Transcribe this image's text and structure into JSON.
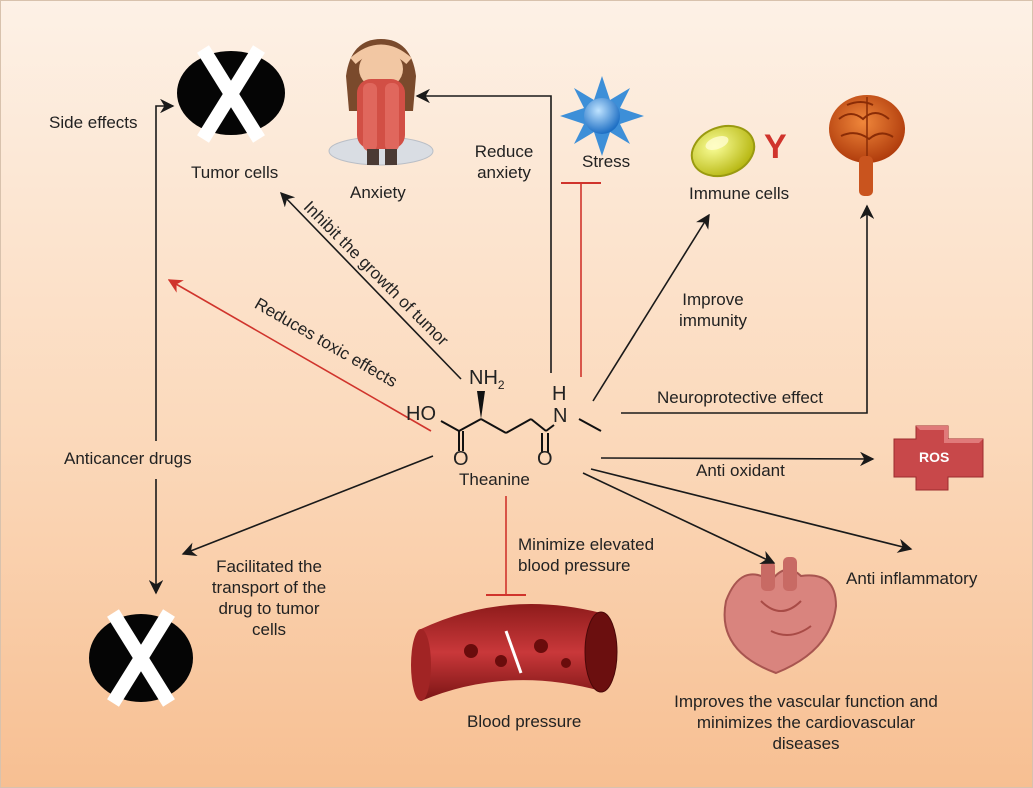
{
  "center": {
    "label": "Theanine"
  },
  "molecule": {
    "ho": "HO",
    "nh2": "NH",
    "nh2_sub": "2",
    "h": "H",
    "n": "N",
    "o1": "O",
    "o2": "O"
  },
  "nodes": {
    "tumor_cells": "Tumor cells",
    "anxiety": "Anxiety",
    "stress": "Stress",
    "immune_cells": "Immune cells",
    "immune_y": "Y",
    "ros": "ROS",
    "blood_pressure": "Blood pressure",
    "anticancer_drugs": "Anticancer drugs"
  },
  "edges": {
    "side_effects": "Side effects",
    "inhibit_growth": "Inhibit the growth of tumor",
    "reduces_toxic": "Reduces toxic effects",
    "reduce_anxiety": [
      "Reduce",
      "anxiety"
    ],
    "improve_immunity": [
      "Improve",
      "immunity"
    ],
    "neuroprotective": "Neuroprotective effect",
    "anti_oxidant": "Anti oxidant",
    "anti_inflammatory": "Anti inflammatory",
    "minimize_bp": [
      "Minimize elevated",
      "blood pressure"
    ],
    "facilitated": [
      "Facilitated the",
      "transport of the",
      "drug to tumor",
      "cells"
    ],
    "vascular": [
      "Improves the vascular function and",
      "minimizes the cardiovascular",
      "diseases"
    ]
  },
  "colors": {
    "arrow": "#1a1a1a",
    "inhibit": "#d0342c",
    "ros_fill": "#c8484a",
    "brain": "#d5561a",
    "heart": "#d9847e"
  }
}
